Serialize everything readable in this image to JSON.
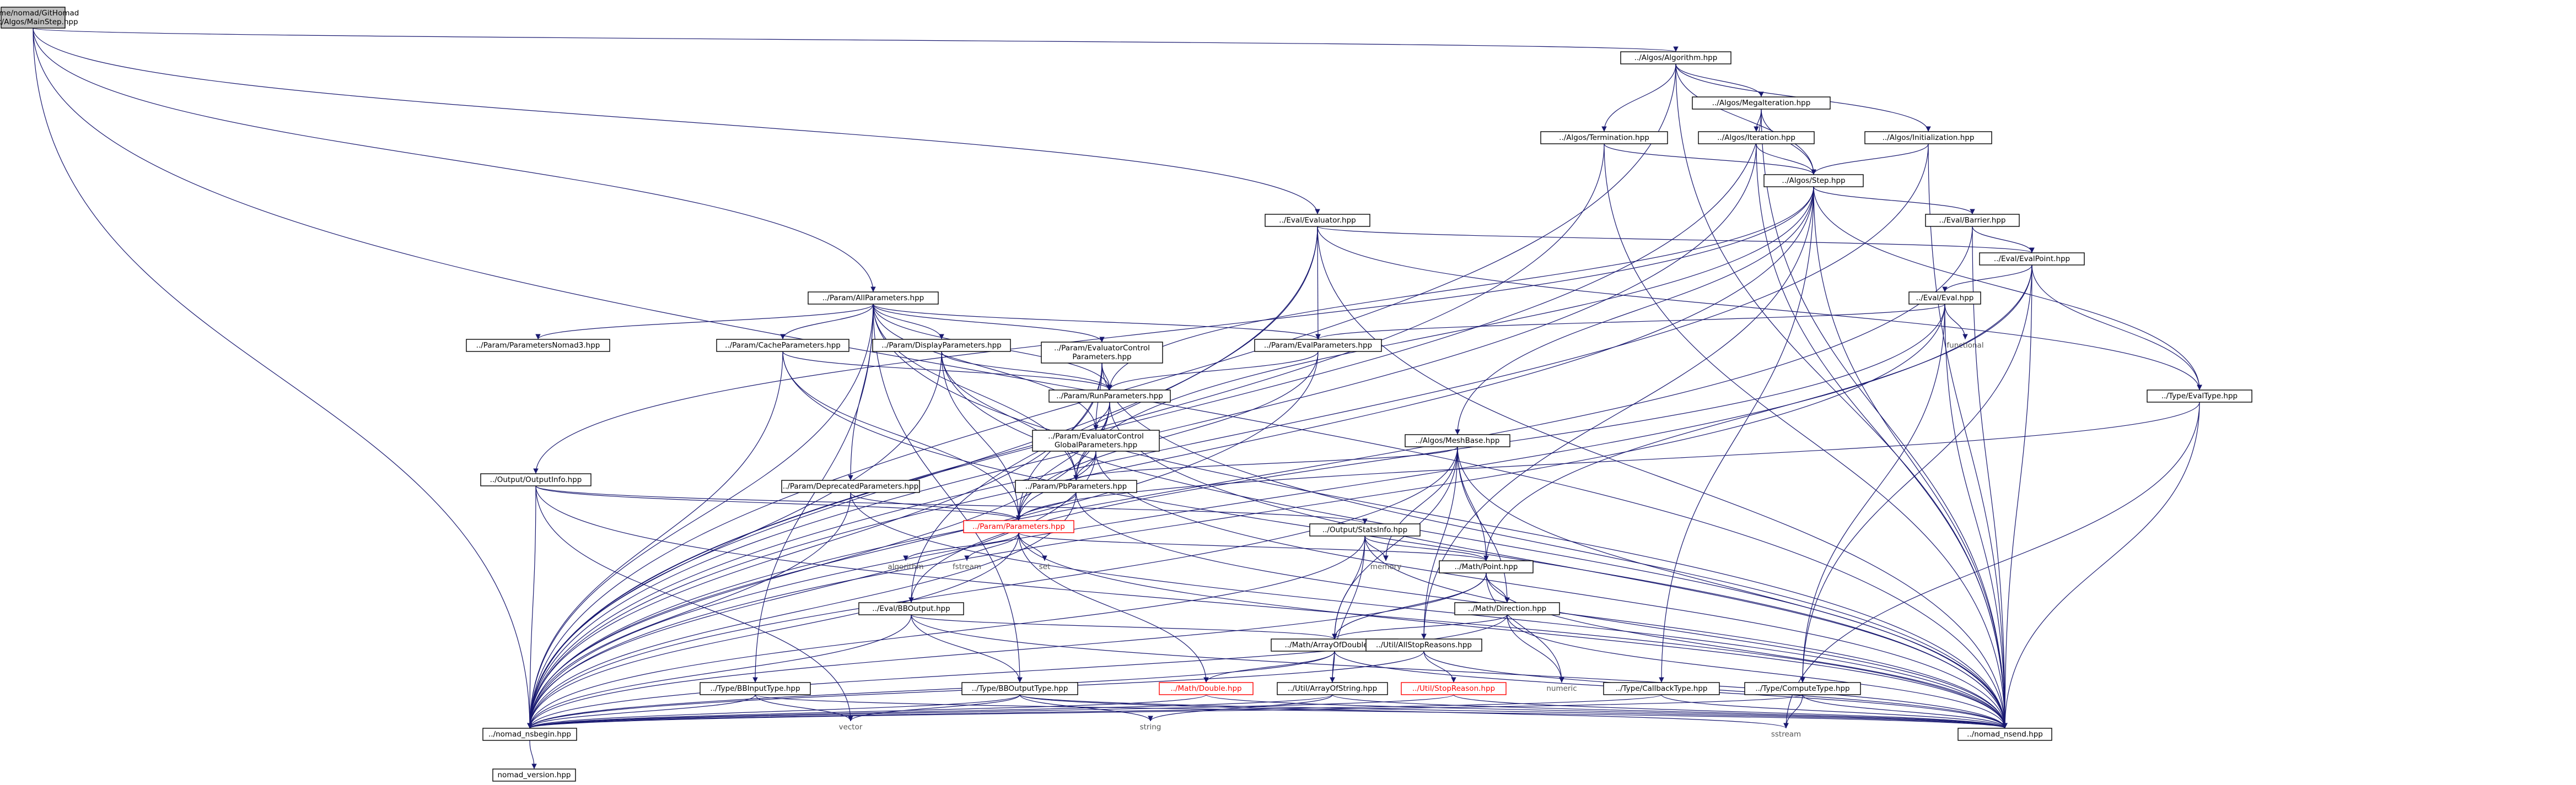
{
  "diagram": {
    "type": "include-dependency-graph",
    "nodes": [
      {
        "id": "root",
        "lines": [
          "/home/nomad/GitHomad",
          "/src/Algos/MainStep.hpp"
        ],
        "kind": "current"
      },
      {
        "id": "algorithm",
        "lines": [
          "../Algos/Algorithm.hpp"
        ]
      },
      {
        "id": "megaiteration",
        "lines": [
          "../Algos/MegaIteration.hpp"
        ]
      },
      {
        "id": "termination",
        "lines": [
          "../Algos/Termination.hpp"
        ]
      },
      {
        "id": "iteration",
        "lines": [
          "../Algos/Iteration.hpp"
        ]
      },
      {
        "id": "initialization",
        "lines": [
          "../Algos/Initialization.hpp"
        ]
      },
      {
        "id": "step",
        "lines": [
          "../Algos/Step.hpp"
        ]
      },
      {
        "id": "evaluator",
        "lines": [
          "../Eval/Evaluator.hpp"
        ]
      },
      {
        "id": "barrier",
        "lines": [
          "../Eval/Barrier.hpp"
        ]
      },
      {
        "id": "evalpoint",
        "lines": [
          "../Eval/EvalPoint.hpp"
        ]
      },
      {
        "id": "allparams",
        "lines": [
          "../Param/AllParameters.hpp"
        ]
      },
      {
        "id": "eval",
        "lines": [
          "../Eval/Eval.hpp"
        ]
      },
      {
        "id": "functional",
        "lines": [
          "functional"
        ],
        "kind": "ext"
      },
      {
        "id": "evalparams",
        "lines": [
          "../Param/EvalParameters.hpp"
        ]
      },
      {
        "id": "nomad3params",
        "lines": [
          "../Param/ParametersNomad3.hpp"
        ]
      },
      {
        "id": "cacheparams",
        "lines": [
          "../Param/CacheParameters.hpp"
        ]
      },
      {
        "id": "displayparams",
        "lines": [
          "../Param/DisplayParameters.hpp"
        ]
      },
      {
        "id": "evalctrlparams",
        "lines": [
          "../Param/EvaluatorControl",
          "Parameters.hpp"
        ]
      },
      {
        "id": "runparams",
        "lines": [
          "../Param/RunParameters.hpp"
        ]
      },
      {
        "id": "evaltype",
        "lines": [
          "../Type/EvalType.hpp"
        ]
      },
      {
        "id": "evalctrlglobal",
        "lines": [
          "../Param/EvaluatorControl",
          "GlobalParameters.hpp"
        ]
      },
      {
        "id": "meshbase",
        "lines": [
          "../Algos/MeshBase.hpp"
        ]
      },
      {
        "id": "outputinfo",
        "lines": [
          "../Output/OutputInfo.hpp"
        ]
      },
      {
        "id": "deprecated",
        "lines": [
          "../Param/DeprecatedParameters.hpp"
        ]
      },
      {
        "id": "pbparams",
        "lines": [
          "../Param/PbParameters.hpp"
        ]
      },
      {
        "id": "parameters",
        "lines": [
          "../Param/Parameters.hpp"
        ],
        "kind": "missing"
      },
      {
        "id": "statsinfo",
        "lines": [
          "../Output/StatsInfo.hpp"
        ]
      },
      {
        "id": "algorithm_h",
        "lines": [
          "algorithm"
        ],
        "kind": "ext"
      },
      {
        "id": "fstream",
        "lines": [
          "fstream"
        ],
        "kind": "ext"
      },
      {
        "id": "set",
        "lines": [
          "set"
        ],
        "kind": "ext"
      },
      {
        "id": "memory",
        "lines": [
          "memory"
        ],
        "kind": "ext"
      },
      {
        "id": "point",
        "lines": [
          "../Math/Point.hpp"
        ]
      },
      {
        "id": "bboutput",
        "lines": [
          "../Eval/BBOutput.hpp"
        ]
      },
      {
        "id": "direction",
        "lines": [
          "../Math/Direction.hpp"
        ]
      },
      {
        "id": "arrayofdouble",
        "lines": [
          "../Math/ArrayOfDouble.hpp"
        ]
      },
      {
        "id": "allstopreasons",
        "lines": [
          "../Util/AllStopReasons.hpp"
        ]
      },
      {
        "id": "bbinputtype",
        "lines": [
          "../Type/BBInputType.hpp"
        ]
      },
      {
        "id": "bboutputtype",
        "lines": [
          "../Type/BBOutputType.hpp"
        ]
      },
      {
        "id": "double",
        "lines": [
          "../Math/Double.hpp"
        ],
        "kind": "missing"
      },
      {
        "id": "arrayofstring",
        "lines": [
          "../Util/ArrayOfString.hpp"
        ]
      },
      {
        "id": "stopreason",
        "lines": [
          "../Util/StopReason.hpp"
        ],
        "kind": "missing"
      },
      {
        "id": "numeric",
        "lines": [
          "numeric"
        ],
        "kind": "ext"
      },
      {
        "id": "callbacktype",
        "lines": [
          "../Type/CallbackType.hpp"
        ]
      },
      {
        "id": "computetype",
        "lines": [
          "../Type/ComputeType.hpp"
        ]
      },
      {
        "id": "nsbegin",
        "lines": [
          "../nomad_nsbegin.hpp"
        ]
      },
      {
        "id": "vector",
        "lines": [
          "vector"
        ],
        "kind": "ext"
      },
      {
        "id": "string",
        "lines": [
          "string"
        ],
        "kind": "ext"
      },
      {
        "id": "sstream",
        "lines": [
          "sstream"
        ],
        "kind": "ext"
      },
      {
        "id": "nsend",
        "lines": [
          "../nomad_nsend.hpp"
        ]
      },
      {
        "id": "version",
        "lines": [
          "nomad_version.hpp"
        ]
      }
    ],
    "edges": [
      [
        "root",
        "algorithm"
      ],
      [
        "root",
        "evaluator"
      ],
      [
        "root",
        "allparams"
      ],
      [
        "root",
        "nsbegin"
      ],
      [
        "root",
        "nsend"
      ],
      [
        "algorithm",
        "megaiteration"
      ],
      [
        "algorithm",
        "termination"
      ],
      [
        "algorithm",
        "initialization"
      ],
      [
        "algorithm",
        "step"
      ],
      [
        "algorithm",
        "nsbegin"
      ],
      [
        "algorithm",
        "nsend"
      ],
      [
        "megaiteration",
        "iteration"
      ],
      [
        "megaiteration",
        "step"
      ],
      [
        "megaiteration",
        "nsbegin"
      ],
      [
        "megaiteration",
        "nsend"
      ],
      [
        "termination",
        "step"
      ],
      [
        "termination",
        "nsbegin"
      ],
      [
        "termination",
        "nsend"
      ],
      [
        "iteration",
        "step"
      ],
      [
        "iteration",
        "nsbegin"
      ],
      [
        "iteration",
        "nsend"
      ],
      [
        "initialization",
        "step"
      ],
      [
        "initialization",
        "nsbegin"
      ],
      [
        "initialization",
        "nsend"
      ],
      [
        "step",
        "barrier"
      ],
      [
        "step",
        "meshbase"
      ],
      [
        "step",
        "outputinfo"
      ],
      [
        "step",
        "evaltype"
      ],
      [
        "step",
        "callbacktype"
      ],
      [
        "step",
        "allstopreasons"
      ],
      [
        "step",
        "runparams"
      ],
      [
        "step",
        "pbparams"
      ],
      [
        "step",
        "nsbegin"
      ],
      [
        "step",
        "nsend"
      ],
      [
        "evaluator",
        "evalpoint"
      ],
      [
        "evaluator",
        "evalparams"
      ],
      [
        "evaluator",
        "bboutput"
      ],
      [
        "evaluator",
        "evaltype"
      ],
      [
        "evaluator",
        "nsbegin"
      ],
      [
        "evaluator",
        "nsend"
      ],
      [
        "barrier",
        "evalpoint"
      ],
      [
        "barrier",
        "nsbegin"
      ],
      [
        "barrier",
        "nsend"
      ],
      [
        "evalpoint",
        "eval"
      ],
      [
        "evalpoint",
        "point"
      ],
      [
        "evalpoint",
        "evaltype"
      ],
      [
        "evalpoint",
        "computetype"
      ],
      [
        "evalpoint",
        "nsbegin"
      ],
      [
        "evalpoint",
        "nsend"
      ],
      [
        "eval",
        "functional"
      ],
      [
        "eval",
        "evalparams"
      ],
      [
        "eval",
        "bboutput"
      ],
      [
        "eval",
        "computetype"
      ],
      [
        "eval",
        "nsbegin"
      ],
      [
        "eval",
        "nsend"
      ],
      [
        "allparams",
        "nomad3params"
      ],
      [
        "allparams",
        "cacheparams"
      ],
      [
        "allparams",
        "displayparams"
      ],
      [
        "allparams",
        "evalctrlparams"
      ],
      [
        "allparams",
        "evalparams"
      ],
      [
        "allparams",
        "runparams"
      ],
      [
        "allparams",
        "evalctrlglobal"
      ],
      [
        "allparams",
        "deprecated"
      ],
      [
        "allparams",
        "pbparams"
      ],
      [
        "allparams",
        "bbinputtype"
      ],
      [
        "allparams",
        "bboutputtype"
      ],
      [
        "allparams",
        "nsbegin"
      ],
      [
        "allparams",
        "nsend"
      ],
      [
        "evalparams",
        "runparams"
      ],
      [
        "evalparams",
        "parameters"
      ],
      [
        "evalparams",
        "nsbegin"
      ],
      [
        "cacheparams",
        "runparams"
      ],
      [
        "cacheparams",
        "parameters"
      ],
      [
        "cacheparams",
        "nsbegin"
      ],
      [
        "cacheparams",
        "nsend"
      ],
      [
        "displayparams",
        "runparams"
      ],
      [
        "displayparams",
        "pbparams"
      ],
      [
        "displayparams",
        "parameters"
      ],
      [
        "displayparams",
        "nsbegin"
      ],
      [
        "displayparams",
        "nsend"
      ],
      [
        "evalctrlparams",
        "runparams"
      ],
      [
        "evalctrlparams",
        "evalctrlglobal"
      ],
      [
        "evalctrlparams",
        "parameters"
      ],
      [
        "evalctrlparams",
        "nsbegin"
      ],
      [
        "evalctrlparams",
        "nsend"
      ],
      [
        "runparams",
        "evalctrlglobal"
      ],
      [
        "runparams",
        "pbparams"
      ],
      [
        "runparams",
        "parameters"
      ],
      [
        "runparams",
        "nsbegin"
      ],
      [
        "runparams",
        "nsend"
      ],
      [
        "evalctrlglobal",
        "pbparams"
      ],
      [
        "evalctrlglobal",
        "parameters"
      ],
      [
        "evalctrlglobal",
        "nsbegin"
      ],
      [
        "evalctrlglobal",
        "nsend"
      ],
      [
        "evaltype",
        "parameters"
      ],
      [
        "evaltype",
        "sstream"
      ],
      [
        "evaltype",
        "nsend"
      ],
      [
        "meshbase",
        "pbparams"
      ],
      [
        "meshbase",
        "point"
      ],
      [
        "meshbase",
        "direction"
      ],
      [
        "meshbase",
        "arrayofdouble"
      ],
      [
        "meshbase",
        "allstopreasons"
      ],
      [
        "meshbase",
        "memory"
      ],
      [
        "meshbase",
        "nsbegin"
      ],
      [
        "meshbase",
        "nsend"
      ],
      [
        "outputinfo",
        "parameters"
      ],
      [
        "outputinfo",
        "statsinfo"
      ],
      [
        "outputinfo",
        "vector"
      ],
      [
        "outputinfo",
        "nsbegin"
      ],
      [
        "outputinfo",
        "nsend"
      ],
      [
        "deprecated",
        "parameters"
      ],
      [
        "deprecated",
        "nsbegin"
      ],
      [
        "deprecated",
        "nsend"
      ],
      [
        "pbparams",
        "parameters"
      ],
      [
        "pbparams",
        "nsbegin"
      ],
      [
        "pbparams",
        "nsend"
      ],
      [
        "parameters",
        "algorithm_h"
      ],
      [
        "parameters",
        "fstream"
      ],
      [
        "parameters",
        "set"
      ],
      [
        "parameters",
        "point"
      ],
      [
        "parameters",
        "double"
      ],
      [
        "parameters",
        "nsbegin"
      ],
      [
        "parameters",
        "nsend"
      ],
      [
        "statsinfo",
        "point"
      ],
      [
        "statsinfo",
        "arrayofdouble"
      ],
      [
        "statsinfo",
        "arrayofstring"
      ],
      [
        "statsinfo",
        "memory"
      ],
      [
        "statsinfo",
        "nsbegin"
      ],
      [
        "statsinfo",
        "nsend"
      ],
      [
        "point",
        "direction"
      ],
      [
        "point",
        "arrayofdouble"
      ],
      [
        "point",
        "numeric"
      ],
      [
        "point",
        "nsbegin"
      ],
      [
        "point",
        "nsend"
      ],
      [
        "bboutput",
        "bboutputtype"
      ],
      [
        "bboutput",
        "arrayofdouble"
      ],
      [
        "bboutput",
        "nsbegin"
      ],
      [
        "bboutput",
        "nsend"
      ],
      [
        "direction",
        "arrayofdouble"
      ],
      [
        "direction",
        "numeric"
      ],
      [
        "direction",
        "nsbegin"
      ],
      [
        "direction",
        "nsend"
      ],
      [
        "arrayofdouble",
        "double"
      ],
      [
        "arrayofdouble",
        "arrayofstring"
      ],
      [
        "arrayofdouble",
        "nsbegin"
      ],
      [
        "arrayofdouble",
        "nsend"
      ],
      [
        "allstopreasons",
        "stopreason"
      ],
      [
        "allstopreasons",
        "nsbegin"
      ],
      [
        "allstopreasons",
        "nsend"
      ],
      [
        "bbinputtype",
        "vector"
      ],
      [
        "bbinputtype",
        "nsbegin"
      ],
      [
        "bbinputtype",
        "nsend"
      ],
      [
        "bboutputtype",
        "vector"
      ],
      [
        "bboutputtype",
        "string"
      ],
      [
        "bboutputtype",
        "sstream"
      ],
      [
        "bboutputtype",
        "nsbegin"
      ],
      [
        "bboutputtype",
        "nsend"
      ],
      [
        "double",
        "nsbegin"
      ],
      [
        "double",
        "nsend"
      ],
      [
        "arrayofstring",
        "string"
      ],
      [
        "arrayofstring",
        "nsbegin"
      ],
      [
        "arrayofstring",
        "nsend"
      ],
      [
        "stopreason",
        "nsbegin"
      ],
      [
        "stopreason",
        "nsend"
      ],
      [
        "callbacktype",
        "nsbegin"
      ],
      [
        "callbacktype",
        "nsend"
      ],
      [
        "computetype",
        "sstream"
      ],
      [
        "computetype",
        "nsbegin"
      ],
      [
        "computetype",
        "nsend"
      ],
      [
        "nsbegin",
        "version"
      ]
    ]
  },
  "colors": {
    "edge": "#191970",
    "node_border": "#000000",
    "current_fill": "#bfbfbf",
    "missing": "#ff0000",
    "background": "#ffffff"
  }
}
